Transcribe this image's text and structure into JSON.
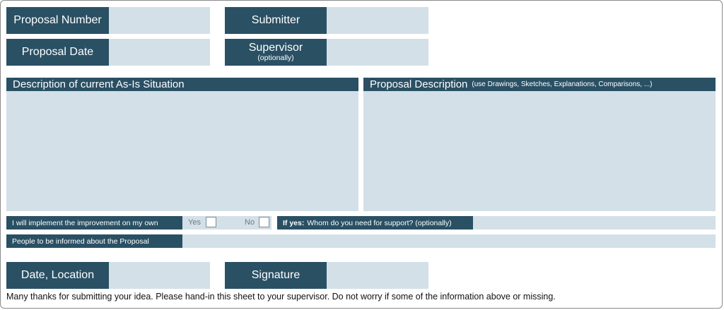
{
  "fields": {
    "proposal_number": "Proposal Number",
    "submitter": "Submitter",
    "proposal_date": "Proposal Date",
    "supervisor": "Supervisor",
    "supervisor_note": "(optionally)",
    "date_location": "Date, Location",
    "signature": "Signature"
  },
  "sections": {
    "as_is_title": "Description of current As-Is Situation",
    "proposal_title": "Proposal Description",
    "proposal_hint": "(use Drawings, Sketches, Explanations, Comparisons, ...)"
  },
  "implement": {
    "label": "I will implement the improvement on my own",
    "yes": "Yes",
    "no": "No",
    "support_bold": "If yes:",
    "support_text": "Whom do you need for support? (optionally)"
  },
  "inform": {
    "label": "People to be informed about the Proposal"
  },
  "footer": {
    "text": "Many thanks for submitting your idea. Please hand-in this sheet to your supervisor. Do not worry if some of the information above or missing."
  },
  "colors": {
    "label_bg": "#2a5064",
    "field_bg": "#d3e0e7"
  }
}
